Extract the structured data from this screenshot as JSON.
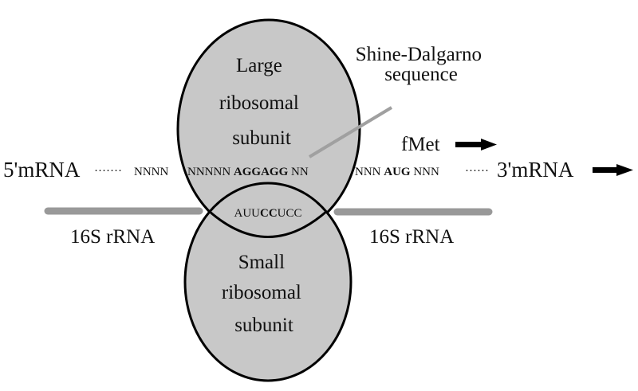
{
  "diagram": {
    "colors": {
      "subunit_fill": "#c8c8c8",
      "outline": "#000000",
      "rrna_bar": "#999999",
      "pointer_line": "#a0a0a0",
      "text": "#111111"
    },
    "large_subunit": {
      "lines": [
        "Large",
        "ribosomal",
        "subunit"
      ]
    },
    "small_subunit": {
      "lines": [
        "Small",
        "ribosomal",
        "subunit"
      ]
    },
    "shine_dalgarno_label": {
      "lines": [
        "Shine-Dalgarno",
        "sequence"
      ]
    },
    "fmet_label": "fMet",
    "mrna": {
      "five_prime": "5'mRNA",
      "three_prime": "3'mRNA",
      "dots_left": "·······",
      "dots_right": "······",
      "segments": [
        {
          "text": "NNNN",
          "bold": false
        },
        {
          "text": "NNNNN",
          "bold": false
        },
        {
          "text": "AGGAGG",
          "bold": true
        },
        {
          "text": "NN",
          "bold": false
        },
        {
          "text": "NNN",
          "bold": false
        },
        {
          "text": "AUG",
          "bold": true
        },
        {
          "text": "NNN",
          "bold": false
        }
      ]
    },
    "rrna_sequence": {
      "segments": [
        {
          "text": "AUU",
          "bold": false
        },
        {
          "text": "CC",
          "bold": true
        },
        {
          "text": "U",
          "bold": false
        },
        {
          "text": "CC",
          "bold": false
        }
      ]
    },
    "rrna_labels": {
      "left": "16S rRNA",
      "right": "16S rRNA"
    }
  }
}
